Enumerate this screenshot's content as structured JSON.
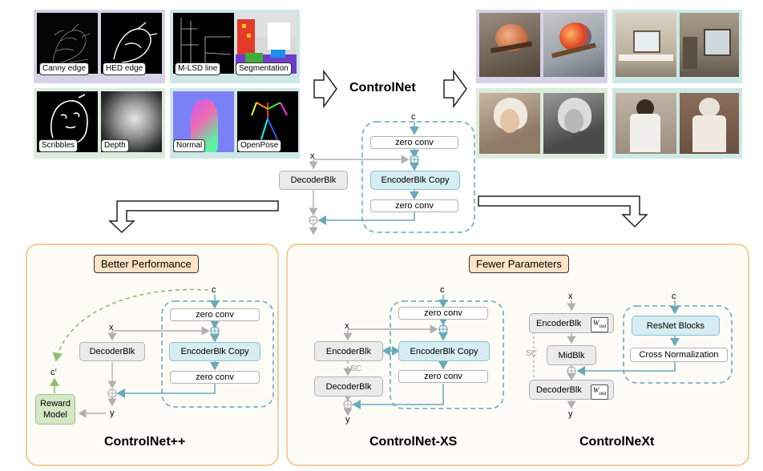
{
  "conditions": {
    "canny": "Canny edge",
    "hed": "HED edge",
    "mlsd": "M-LSD line",
    "seg": "Segmentation",
    "scribbles": "Scribbles",
    "depth": "Depth",
    "normal": "Normal",
    "openpose": "OpenPose"
  },
  "center": {
    "title": "ControlNet",
    "c": "c",
    "x": "x",
    "zero_conv_top": "zero conv",
    "decoder": "DecoderBlk",
    "encoder_copy": "EncoderBlk Copy",
    "zero_conv_bottom": "zero conv"
  },
  "left": {
    "header": "Better Performance",
    "c": "c",
    "c_prime": "c’",
    "x": "x",
    "y": "y",
    "zero_conv_top": "zero conv",
    "decoder": "DecoderBlk",
    "encoder_copy": "EncoderBlk Copy",
    "zero_conv_bottom": "zero conv",
    "reward_model": "Reward\nModel",
    "name": "ControlNet++"
  },
  "right": {
    "header": "Fewer Parameters",
    "xs": {
      "c": "c",
      "x": "x",
      "y": "y",
      "zero_conv_top": "zero conv",
      "encoder": "EncoderBlk",
      "encoder_copy": "EncoderBlk Copy",
      "sc": "SC",
      "decoder": "DecoderBlk",
      "zero_conv_bottom": "zero conv",
      "name": "ControlNet-XS"
    },
    "next": {
      "x": "x",
      "y": "y",
      "c": "c",
      "encoder": "EncoderBlk",
      "wout": "W",
      "wout_sub": "out",
      "midblk": "MidBlk",
      "sc": "SC",
      "decoder": "DecoderBlk",
      "resnet": "ResNet Blocks",
      "cross_norm": "Cross Normalization",
      "name": "ControlNeXt"
    }
  },
  "colors": {
    "purple_panel": "#d6d2e8",
    "green_panel": "#dcecdc",
    "teal_panel": "#cde8e6",
    "orange_border": "#f0c07a",
    "dash_teal": "#7bb3c2",
    "arrow_blue": "#6aa9bb",
    "arrow_gray": "#b0b0b0",
    "dash_green": "#8fbf72"
  }
}
